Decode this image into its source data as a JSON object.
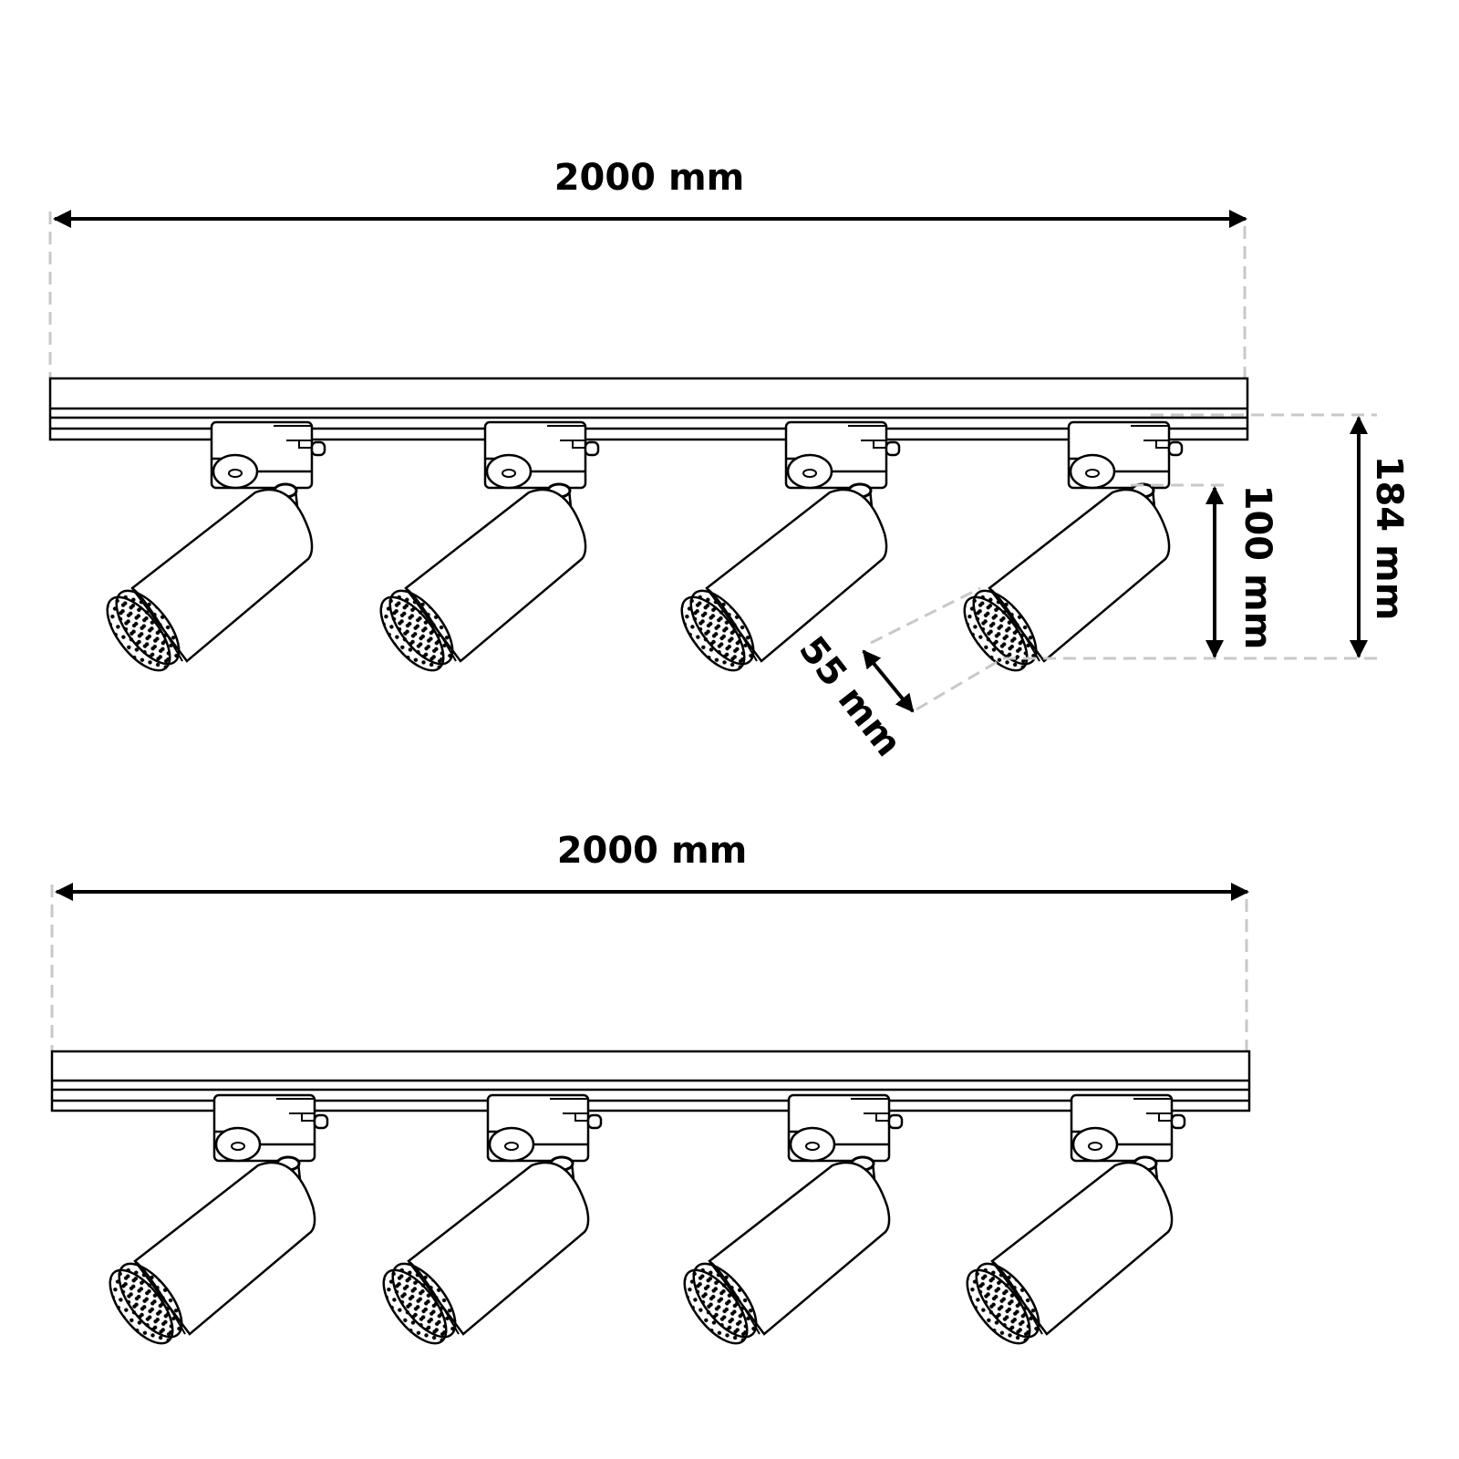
{
  "diagram": {
    "top_track": {
      "length_label": "2000 mm"
    },
    "bottom_track": {
      "length_label": "2000 mm"
    },
    "dimensions": {
      "total_height_label": "184 mm",
      "head_height_label": "100 mm",
      "head_diameter_label": "55 mm"
    },
    "colors": {
      "line": "#000000",
      "dashed": "#c8c8c8",
      "background": "#ffffff"
    }
  }
}
